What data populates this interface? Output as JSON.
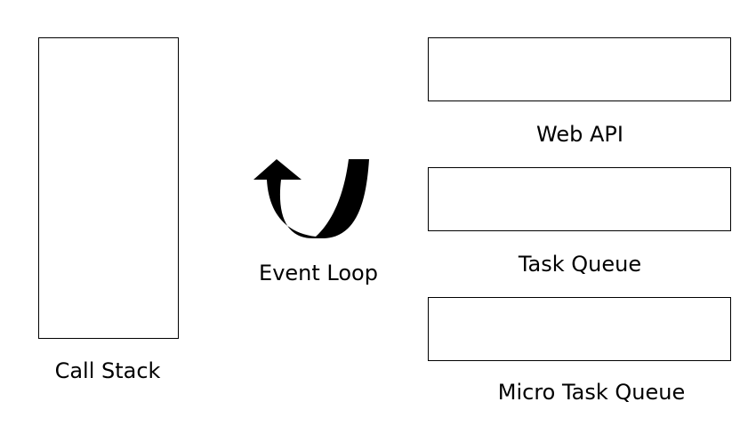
{
  "call_stack": {
    "label": "Call Stack"
  },
  "event_loop": {
    "label": "Event Loop",
    "icon": "curved-arrow-icon"
  },
  "web_api": {
    "label": "Web API"
  },
  "task_queue": {
    "label": "Task Queue"
  },
  "micro_task_queue": {
    "label": "Micro Task Queue"
  },
  "colors": {
    "stroke": "#000000",
    "background": "#ffffff"
  }
}
